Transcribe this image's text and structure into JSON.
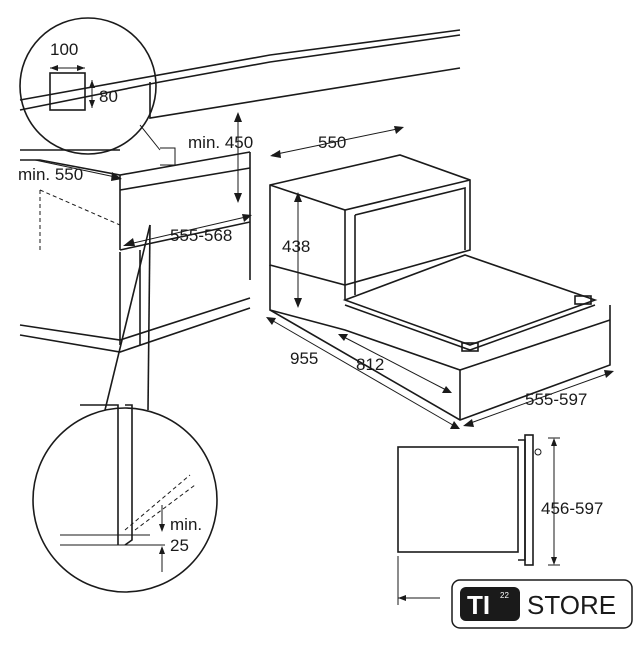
{
  "dimensions": {
    "vent_w": "100",
    "vent_h": "80",
    "min_height": "min. 450",
    "min_depth": "min. 550",
    "niche_depth": "555-568",
    "width": "550",
    "height": "438",
    "rail_total": "955",
    "rail_ext": "812",
    "depth": "555-597",
    "front_height": "456-597",
    "gap_label": "min.",
    "gap_value": "25"
  },
  "brand": {
    "logo_text": "TI",
    "logo_superscript": "22",
    "name": "STORE"
  }
}
